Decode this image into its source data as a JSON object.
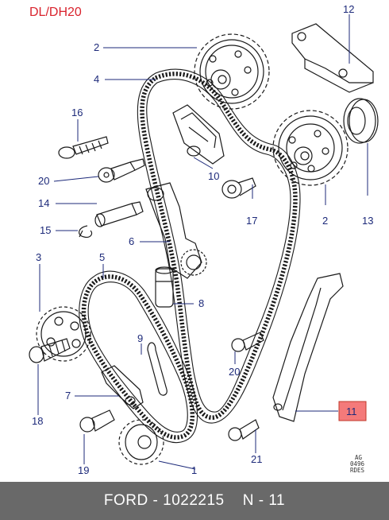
{
  "diagram": {
    "corner_label": "DL/DH20",
    "image_code": [
      "AG",
      "0496",
      "RDES"
    ],
    "highlight_color": "#f47a7a",
    "callouts": [
      {
        "id": "c1",
        "text": "1"
      },
      {
        "id": "c2a",
        "text": "2"
      },
      {
        "id": "c2b",
        "text": "2"
      },
      {
        "id": "c3",
        "text": "3"
      },
      {
        "id": "c4",
        "text": "4"
      },
      {
        "id": "c5",
        "text": "5"
      },
      {
        "id": "c6",
        "text": "6"
      },
      {
        "id": "c7",
        "text": "7"
      },
      {
        "id": "c8",
        "text": "8"
      },
      {
        "id": "c9",
        "text": "9"
      },
      {
        "id": "c10",
        "text": "10"
      },
      {
        "id": "c11",
        "text": "11"
      },
      {
        "id": "c12",
        "text": "12"
      },
      {
        "id": "c13",
        "text": "13"
      },
      {
        "id": "c14",
        "text": "14"
      },
      {
        "id": "c15",
        "text": "15"
      },
      {
        "id": "c16",
        "text": "16"
      },
      {
        "id": "c17",
        "text": "17"
      },
      {
        "id": "c18",
        "text": "18"
      },
      {
        "id": "c19",
        "text": "19"
      },
      {
        "id": "c20a",
        "text": "20"
      },
      {
        "id": "c20b",
        "text": "20"
      },
      {
        "id": "c21",
        "text": "21"
      }
    ]
  },
  "footer": {
    "brand": "FORD",
    "separator": "-",
    "part_number": "1022215",
    "position_label": "N - 11"
  }
}
